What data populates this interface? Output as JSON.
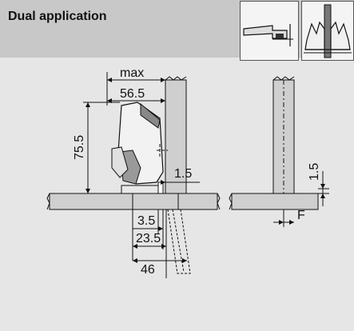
{
  "header": {
    "title": "Dual application",
    "thumbnails": [
      "hinge-side-view-icon",
      "hinge-dual-application-icon"
    ]
  },
  "dimensions": {
    "max_label": "max",
    "max_value": "56.5",
    "height": "75.5",
    "gap_left": "1.5",
    "offset_a": "3.5",
    "offset_b": "23.5",
    "offset_c": "46",
    "gap_right": "1.5",
    "f_label": "F"
  },
  "colors": {
    "header_bg": "#c8c8c8",
    "page_bg": "#e6e6e6",
    "panel_fill": "#cfcfcf",
    "line": "#111111"
  }
}
